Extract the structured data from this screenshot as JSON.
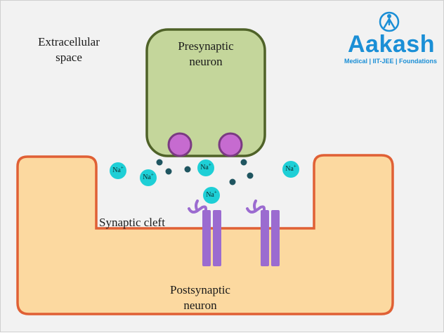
{
  "labels": {
    "extracellular": "Extracellular space",
    "presynaptic": "Presynaptic neuron",
    "cleft": "Synaptic cleft",
    "postsynaptic": "Postsynaptic neuron"
  },
  "ion": {
    "symbol": "Na",
    "charge": "+"
  },
  "logo": {
    "name": "Aakash",
    "tagline": "Medical | IIT-JEE | Foundations",
    "color": "#1b8fd6"
  },
  "colors": {
    "presynaptic_fill": "#c4d69b",
    "presynaptic_border": "#4f6228",
    "postsynaptic_fill": "#fcd9a0",
    "postsynaptic_border": "#e06035",
    "vesicle_fill": "#c66bd0",
    "vesicle_border": "#7a3a82",
    "receptor": "#9b6bd0",
    "neurotransmitter": "#1f5560",
    "sodium": "#1ecfd6"
  }
}
